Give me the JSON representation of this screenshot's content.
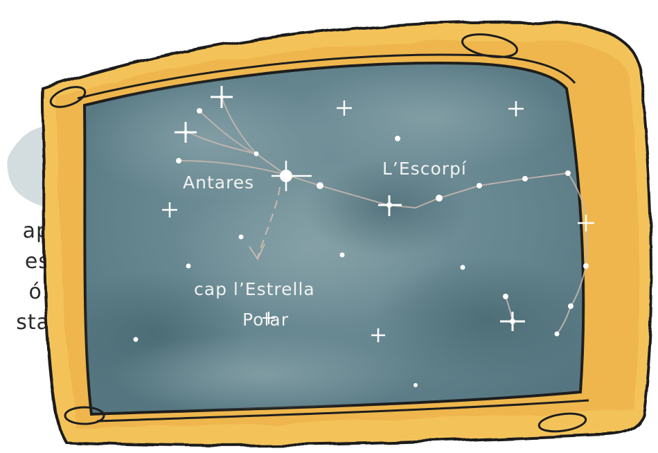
{
  "labels": {
    "antares": "Antares",
    "escorpi": "L’Escorpí",
    "polar_line1": "cap l’Estrella",
    "polar_line2": "Polar"
  },
  "side_text": [
    "ap",
    "es",
    "ó:",
    "sta"
  ],
  "colors": {
    "frame_fill": "#f3c35a",
    "frame_shadow": "#e8a83c",
    "frame_outline": "#1e1e1e",
    "sky": "#6f8d95",
    "sky_dark": "#4f6e78",
    "star": "#ffffff",
    "label": "#f2f2f2",
    "constellation_line": "#c9b9b0"
  },
  "icons": [
    "star-icon",
    "bright-star-icon",
    "arrow-icon"
  ]
}
